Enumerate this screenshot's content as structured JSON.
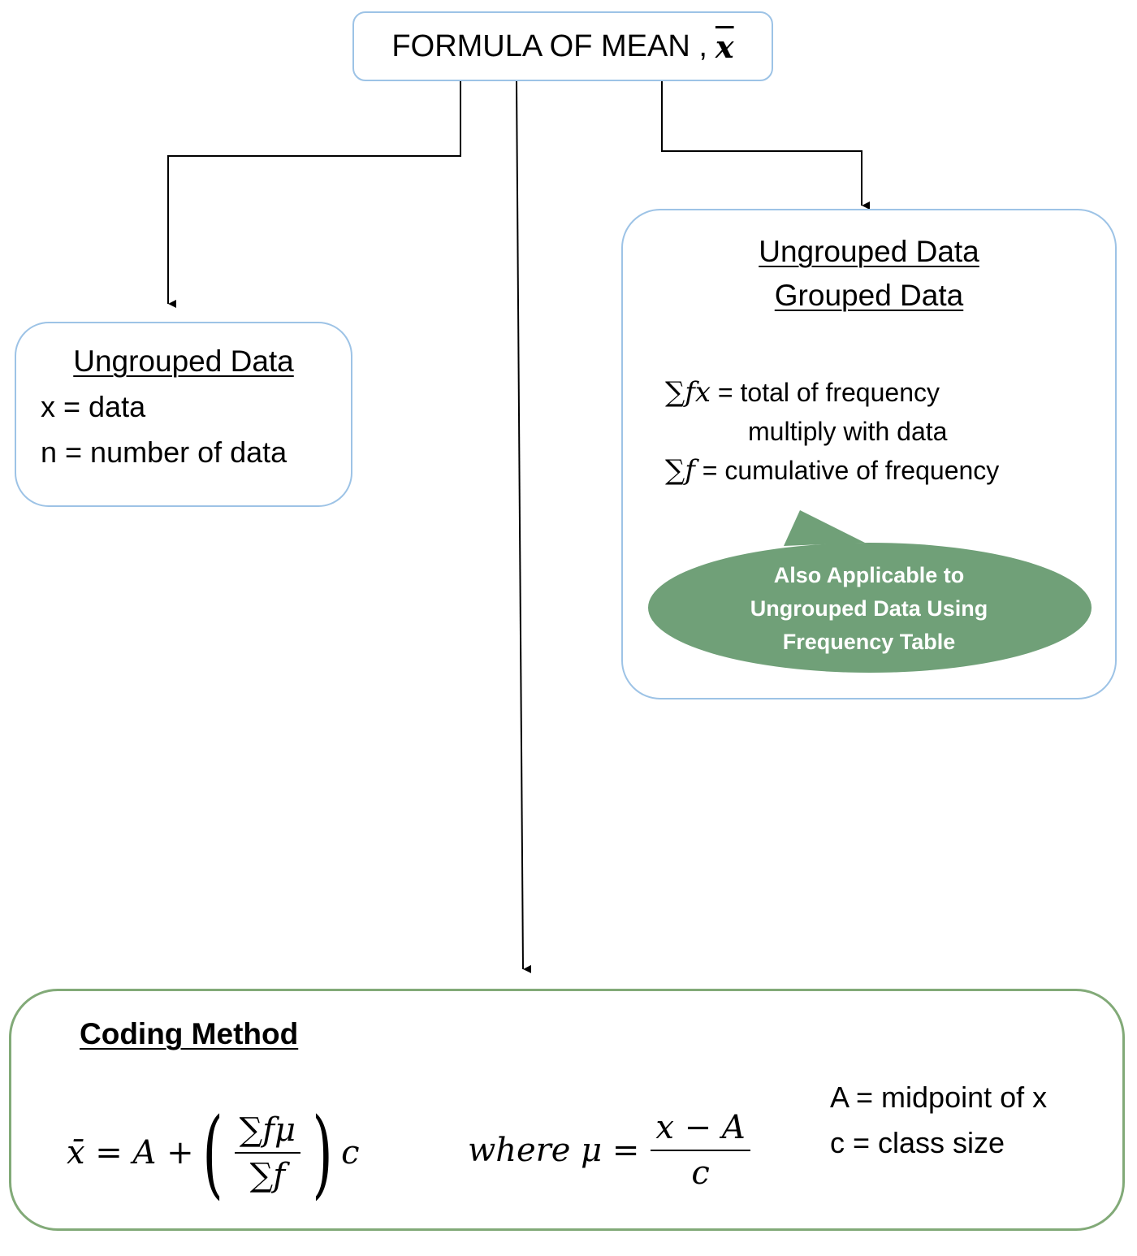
{
  "title": {
    "text": "FORMULA OF MEAN ,",
    "symbol": "x"
  },
  "ungrouped": {
    "heading": "Ungrouped Data",
    "line1": "x = data",
    "line2": "n = number of data"
  },
  "grouped": {
    "heading1": "Ungrouped Data",
    "heading2": "Grouped Data",
    "def1_symbol": "∑fx",
    "def1_text": "= total  of  frequency",
    "def1_cont": "multiply with data",
    "def2_symbol": "∑f",
    "def2_text": "= cumulative of frequency",
    "callout": {
      "line1": "Also Applicable to",
      "line2": "Ungrouped Data Using",
      "line3": "Frequency Table",
      "fill_color": "#70a078"
    }
  },
  "coding": {
    "heading": "Coding Method",
    "formula": {
      "lhs": "x̄ = A +",
      "numerator": "∑fμ",
      "denominator": "∑f",
      "factor": "c"
    },
    "where": {
      "prefix": "where μ =",
      "numerator": "x − A",
      "denominator": "c"
    },
    "def1": "A = midpoint of x",
    "def2": "c = class size"
  },
  "colors": {
    "box_border_blue": "#9dc3e6",
    "box_border_green": "#82aa78",
    "callout_green": "#70a078"
  }
}
